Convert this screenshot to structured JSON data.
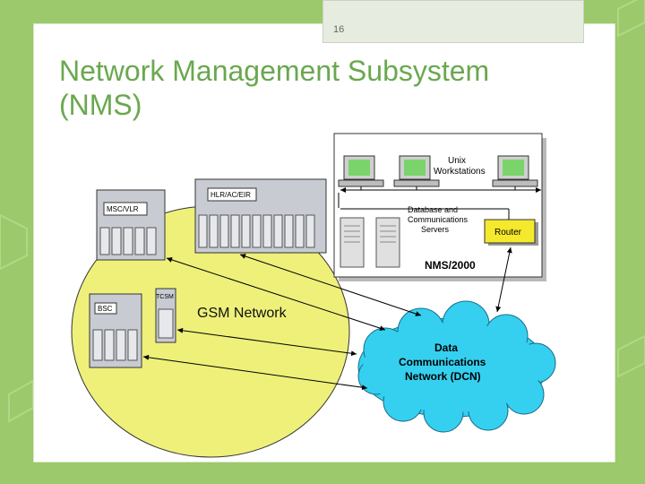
{
  "slide": {
    "number": "16",
    "title_line1": "Network Management Subsystem",
    "title_line2": "(NMS)"
  },
  "diagram": {
    "msc_label": "MSC/VLR",
    "hlr_label": "HLR/AC/EIR",
    "bsc_label": "BSC",
    "tcsm_label": "TCSM",
    "gsm_label": "GSM Network",
    "unix_line1": "Unix",
    "unix_line2": "Workstations",
    "db_line1": "Database and",
    "db_line2": "Communications",
    "db_line3": "Servers",
    "router_label": "Router",
    "nms_label": "NMS/2000",
    "dcn_line1": "Data",
    "dcn_line2": "Communications",
    "dcn_line3": "Network (DCN)"
  },
  "colors": {
    "background": "#9cc96b",
    "title": "#6aa84f",
    "gsm_ellipse": "#eef07a",
    "cloud": "#35d0f0",
    "router_box": "#f5e92d"
  }
}
